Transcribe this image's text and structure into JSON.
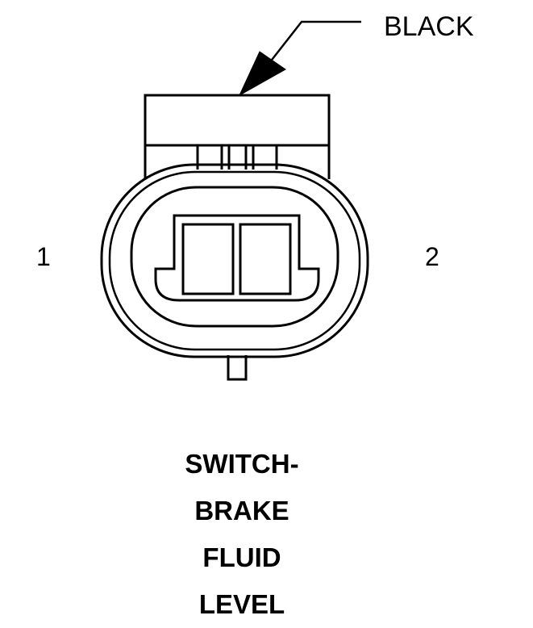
{
  "connector": {
    "color_label": "BLACK",
    "pins": [
      "1",
      "2"
    ],
    "caption_lines": [
      "SWITCH-",
      "BRAKE",
      "FLUID",
      "LEVEL"
    ],
    "line_color": "#000000",
    "background": "#ffffff"
  }
}
